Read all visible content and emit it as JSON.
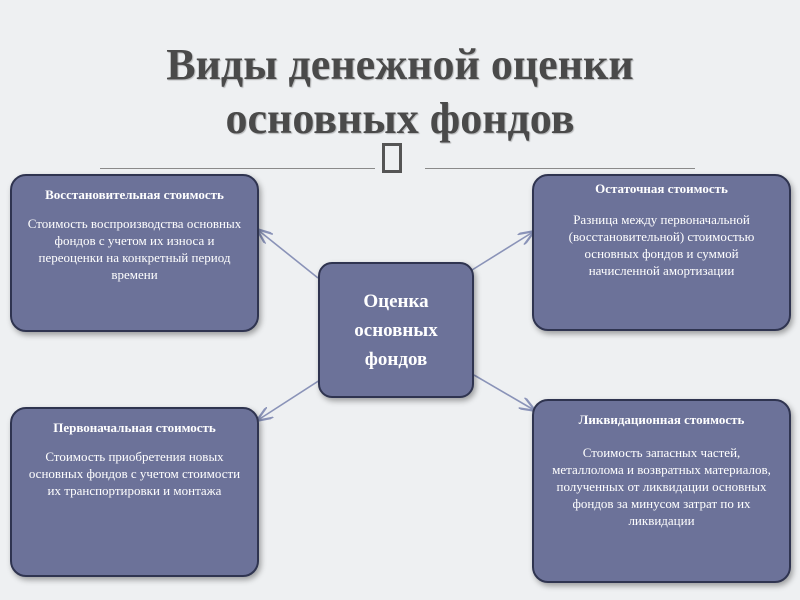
{
  "title": {
    "line1": "Виды денежной оценки",
    "line2": "основных фондов"
  },
  "center": {
    "text": "Оценка основных фондов"
  },
  "boxes": {
    "top_left": {
      "heading": "Восстановительная стоимость",
      "text": "Стоимость воспроизводства основных фондов с учетом их износа и переоценки на конкретный период времени"
    },
    "top_right": {
      "heading": "Остаточная стоимость",
      "text": "Разница между первоначальной (восстановительной) стоимостью основных фондов и суммой начисленной амортизации"
    },
    "bottom_left": {
      "heading": "Первоначальная стоимость",
      "text": "Стоимость приобретения новых основных фондов с учетом стоимости их транспортировки и монтажа"
    },
    "bottom_right": {
      "heading": "Ликвидационная стоимость",
      "text": "Стоимость запасных частей, металлолома и возвратных материалов, полученных от ликвидации основных фондов за минусом затрат по их ликвидации"
    }
  },
  "colors": {
    "box_fill": "#6c7299",
    "box_border": "#2f3450",
    "background": "#eef0f2",
    "title": "#4a4a4a"
  }
}
